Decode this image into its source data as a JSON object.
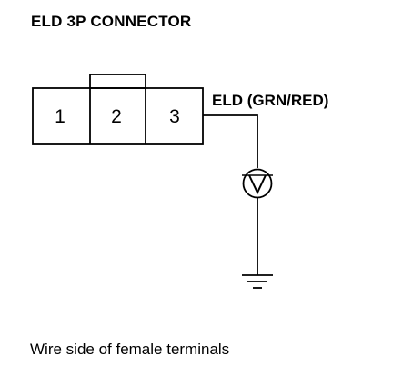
{
  "title": "ELD 3P CONNECTOR",
  "connector": {
    "pins": [
      "1",
      "2",
      "3"
    ]
  },
  "wire_label": "ELD (GRN/RED)",
  "voltmeter_symbol": "V",
  "caption": "Wire side of female terminals"
}
